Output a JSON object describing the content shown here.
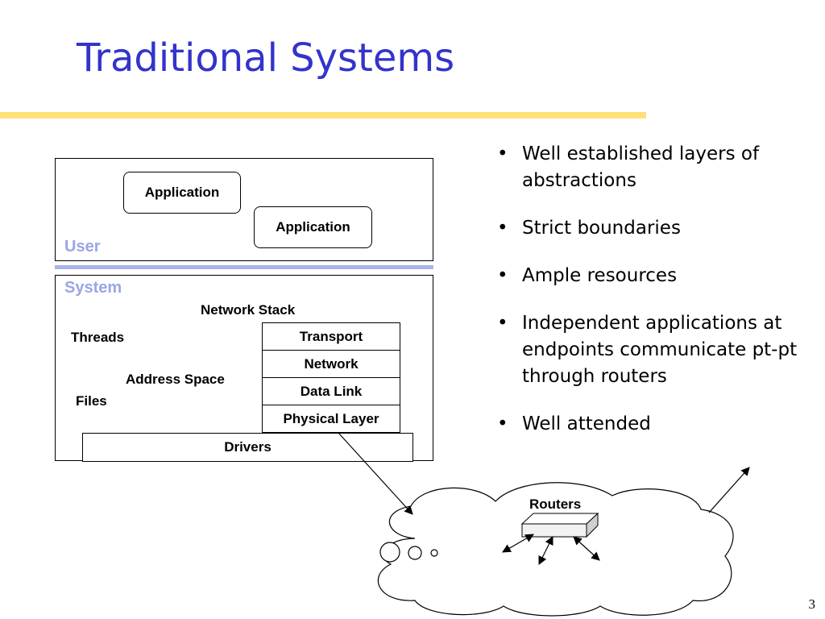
{
  "slide": {
    "title": "Traditional Systems",
    "page_number": "3"
  },
  "diagram": {
    "user_label": "User",
    "system_label": "System",
    "applications": [
      "Application",
      "Application"
    ],
    "network_stack_label": "Network Stack",
    "stack_layers": [
      "Transport",
      "Network",
      "Data Link",
      "Physical Layer"
    ],
    "threads_label": "Threads",
    "address_space_label": "Address Space",
    "files_label": "Files",
    "drivers_label": "Drivers",
    "routers_label": "Routers"
  },
  "bullets": [
    "Well established layers of abstractions",
    "Strict boundaries",
    "Ample resources",
    "Independent applications at endpoints communicate pt-pt through routers",
    "Well attended"
  ],
  "colors": {
    "title": "#3333cc",
    "accent_rule": "#ffe17a",
    "area_label": "#99a6e6"
  }
}
